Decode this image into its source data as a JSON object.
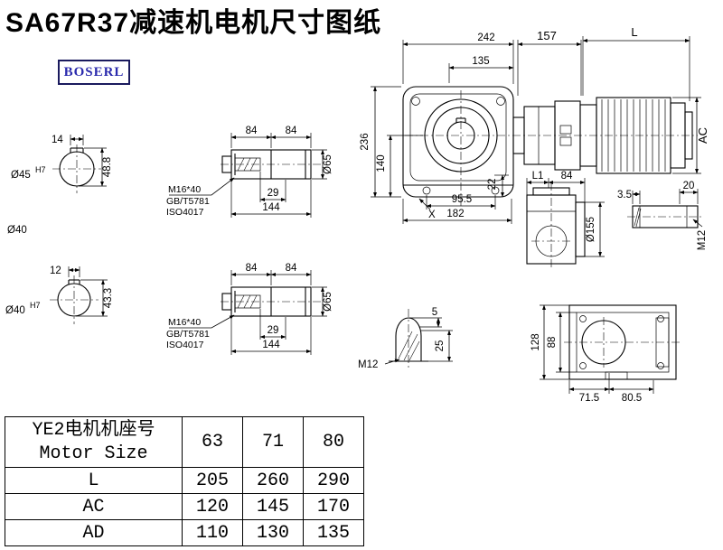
{
  "title": "SA67R37减速机电机尺寸图纸",
  "logo": "BOSERL",
  "colors": {
    "ink": "#000000",
    "logo_text": "#2a2aad",
    "logo_border": "#1a1a5e"
  },
  "shaft_section_1": {
    "key_width": "14",
    "bore": "Ø45",
    "bore_tol": "H7",
    "section_height": "48.8",
    "outer_dia": "Ø40"
  },
  "shaft_section_2": {
    "key_width": "12",
    "bore": "Ø40",
    "bore_tol": "H7",
    "section_height": "43.3"
  },
  "shaft_side_1": {
    "seg_a": "84",
    "seg_b": "84",
    "thread": "M16*40",
    "std_1": "GB/T5781",
    "std_2": "ISO4017",
    "bolt_depth": "29",
    "total_length": "144",
    "dia": "Ø65"
  },
  "shaft_side_2": {
    "seg_a": "84",
    "seg_b": "84",
    "thread": "M16*40",
    "std_1": "GB/T5781",
    "std_2": "ISO4017",
    "bolt_depth": "29",
    "total_length": "144",
    "dia": "Ø65"
  },
  "front_view": {
    "overall_width": "242",
    "inner_width": "135",
    "overall_height": "236",
    "axis_height": "140",
    "foot_height": "22",
    "bolt_span": "95.5",
    "base_width": "182",
    "marker": "X"
  },
  "motor_view": {
    "adapter_length": "157",
    "motor_length": "L",
    "motor_dia": "AC"
  },
  "side_view": {
    "len_1": "L1",
    "len_2": "84",
    "lip": "3.5",
    "tap_depth": "20",
    "flange_dia": "Ø155",
    "thread": "M12"
  },
  "bottom_view": {
    "overall_height": "128",
    "inner_height": "88",
    "span_a": "71.5",
    "span_b": "80.5"
  },
  "key_detail": {
    "flat_width": "5",
    "depth": "25",
    "thread": "M12"
  },
  "table": {
    "header": {
      "line1": "YE2电机机座号",
      "line2": "Motor Size"
    },
    "sizes": [
      "63",
      "71",
      "80"
    ],
    "rows": [
      {
        "label": "L",
        "values": [
          "205",
          "260",
          "290"
        ]
      },
      {
        "label": "AC",
        "values": [
          "120",
          "145",
          "170"
        ]
      },
      {
        "label": "AD",
        "values": [
          "110",
          "130",
          "135"
        ]
      }
    ]
  }
}
